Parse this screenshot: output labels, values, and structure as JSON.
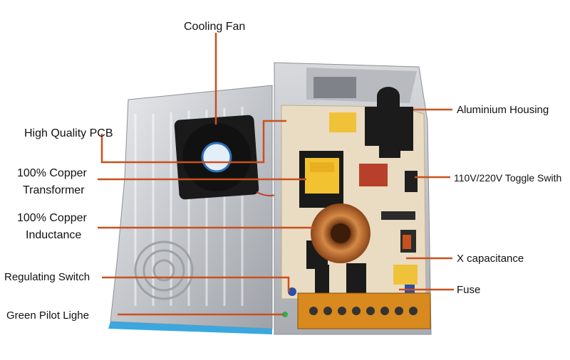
{
  "labels": {
    "cooling_fan": "Cooling Fan",
    "high_quality_pcb": "High Quality PCB",
    "copper_transformer_1": "100% Copper",
    "copper_transformer_2": "Transformer",
    "copper_inductance_1": "100% Copper",
    "copper_inductance_2": "Inductance",
    "regulating_switch": "Regulating Switch",
    "green_pilot_light": "Green Pilot Lighe",
    "aluminium_housing": "Aluminium Housing",
    "toggle_switch": "110V/220V Toggle Swith",
    "x_capacitance": "X capacitance",
    "fuse": "Fuse"
  },
  "colors": {
    "leader_line": "#c8511f",
    "housing": "#c9cbcf",
    "pcb": "#e9dcc2",
    "fan": "#1a1a1a",
    "terminal_block": "#d98a1e",
    "inductor_copper": "#b8642a",
    "transformer_yellow": "#f2c230"
  }
}
